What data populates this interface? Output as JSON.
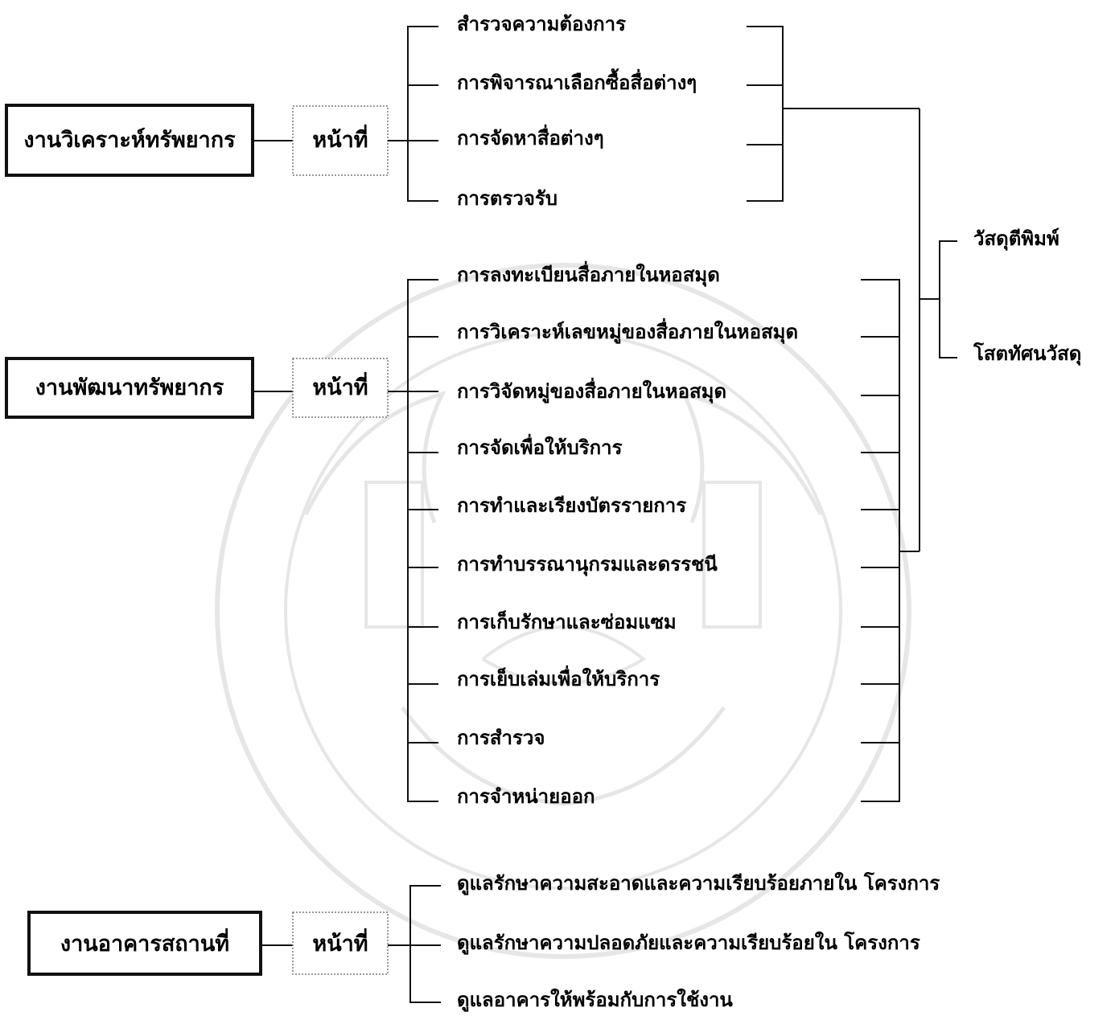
{
  "sections": [
    {
      "title": "งานวิเคราะห์ทรัพยากร",
      "duty": "หน้าที่",
      "items": [
        "สำรวจความต้องการ",
        "การพิจารณาเลือกซื้อสื่อต่างๆ",
        "การจัดหาสื่อต่างๆ",
        "การตรวจรับ"
      ]
    },
    {
      "title": "งานพัฒนาทรัพยากร",
      "duty": "หน้าที่",
      "items": [
        "การลงทะเบียนสื่อภายในหอสมุด",
        "การวิเคราะห์เลขหมู่ของสื่อภายในหอสมุด",
        "การวิจัดหมู่ของสื่อภายในหอสมุด",
        "การจัดเพื่อให้บริการ",
        "การทำและเรียงบัตรรายการ",
        "การทำบรรณานุกรมและดรรชนี",
        "การเก็บรักษาและซ่อมแซม",
        "การเย็บเล่มเพื่อให้บริการ",
        "การสำรวจ",
        "การจำหน่ายออก"
      ]
    },
    {
      "title": "งานอาคารสถานที่",
      "duty": "หน้าที่",
      "items": [
        "ดูแลรักษาความสะอาดและความเรียบร้อยภายใน โครงการ",
        "ดูแลรักษาความปลอดภัยและความเรียบร้อยใน โครงการ",
        "ดูแลอาคารให้พร้อมกับการใช้งาน"
      ]
    }
  ],
  "materials": [
    "วัสดุตีพิมพ์",
    "โสตทัศนวัสดุ"
  ],
  "colors": {
    "line": "#111111",
    "duty_border": "#777777",
    "watermark": "#e6e6e6"
  }
}
